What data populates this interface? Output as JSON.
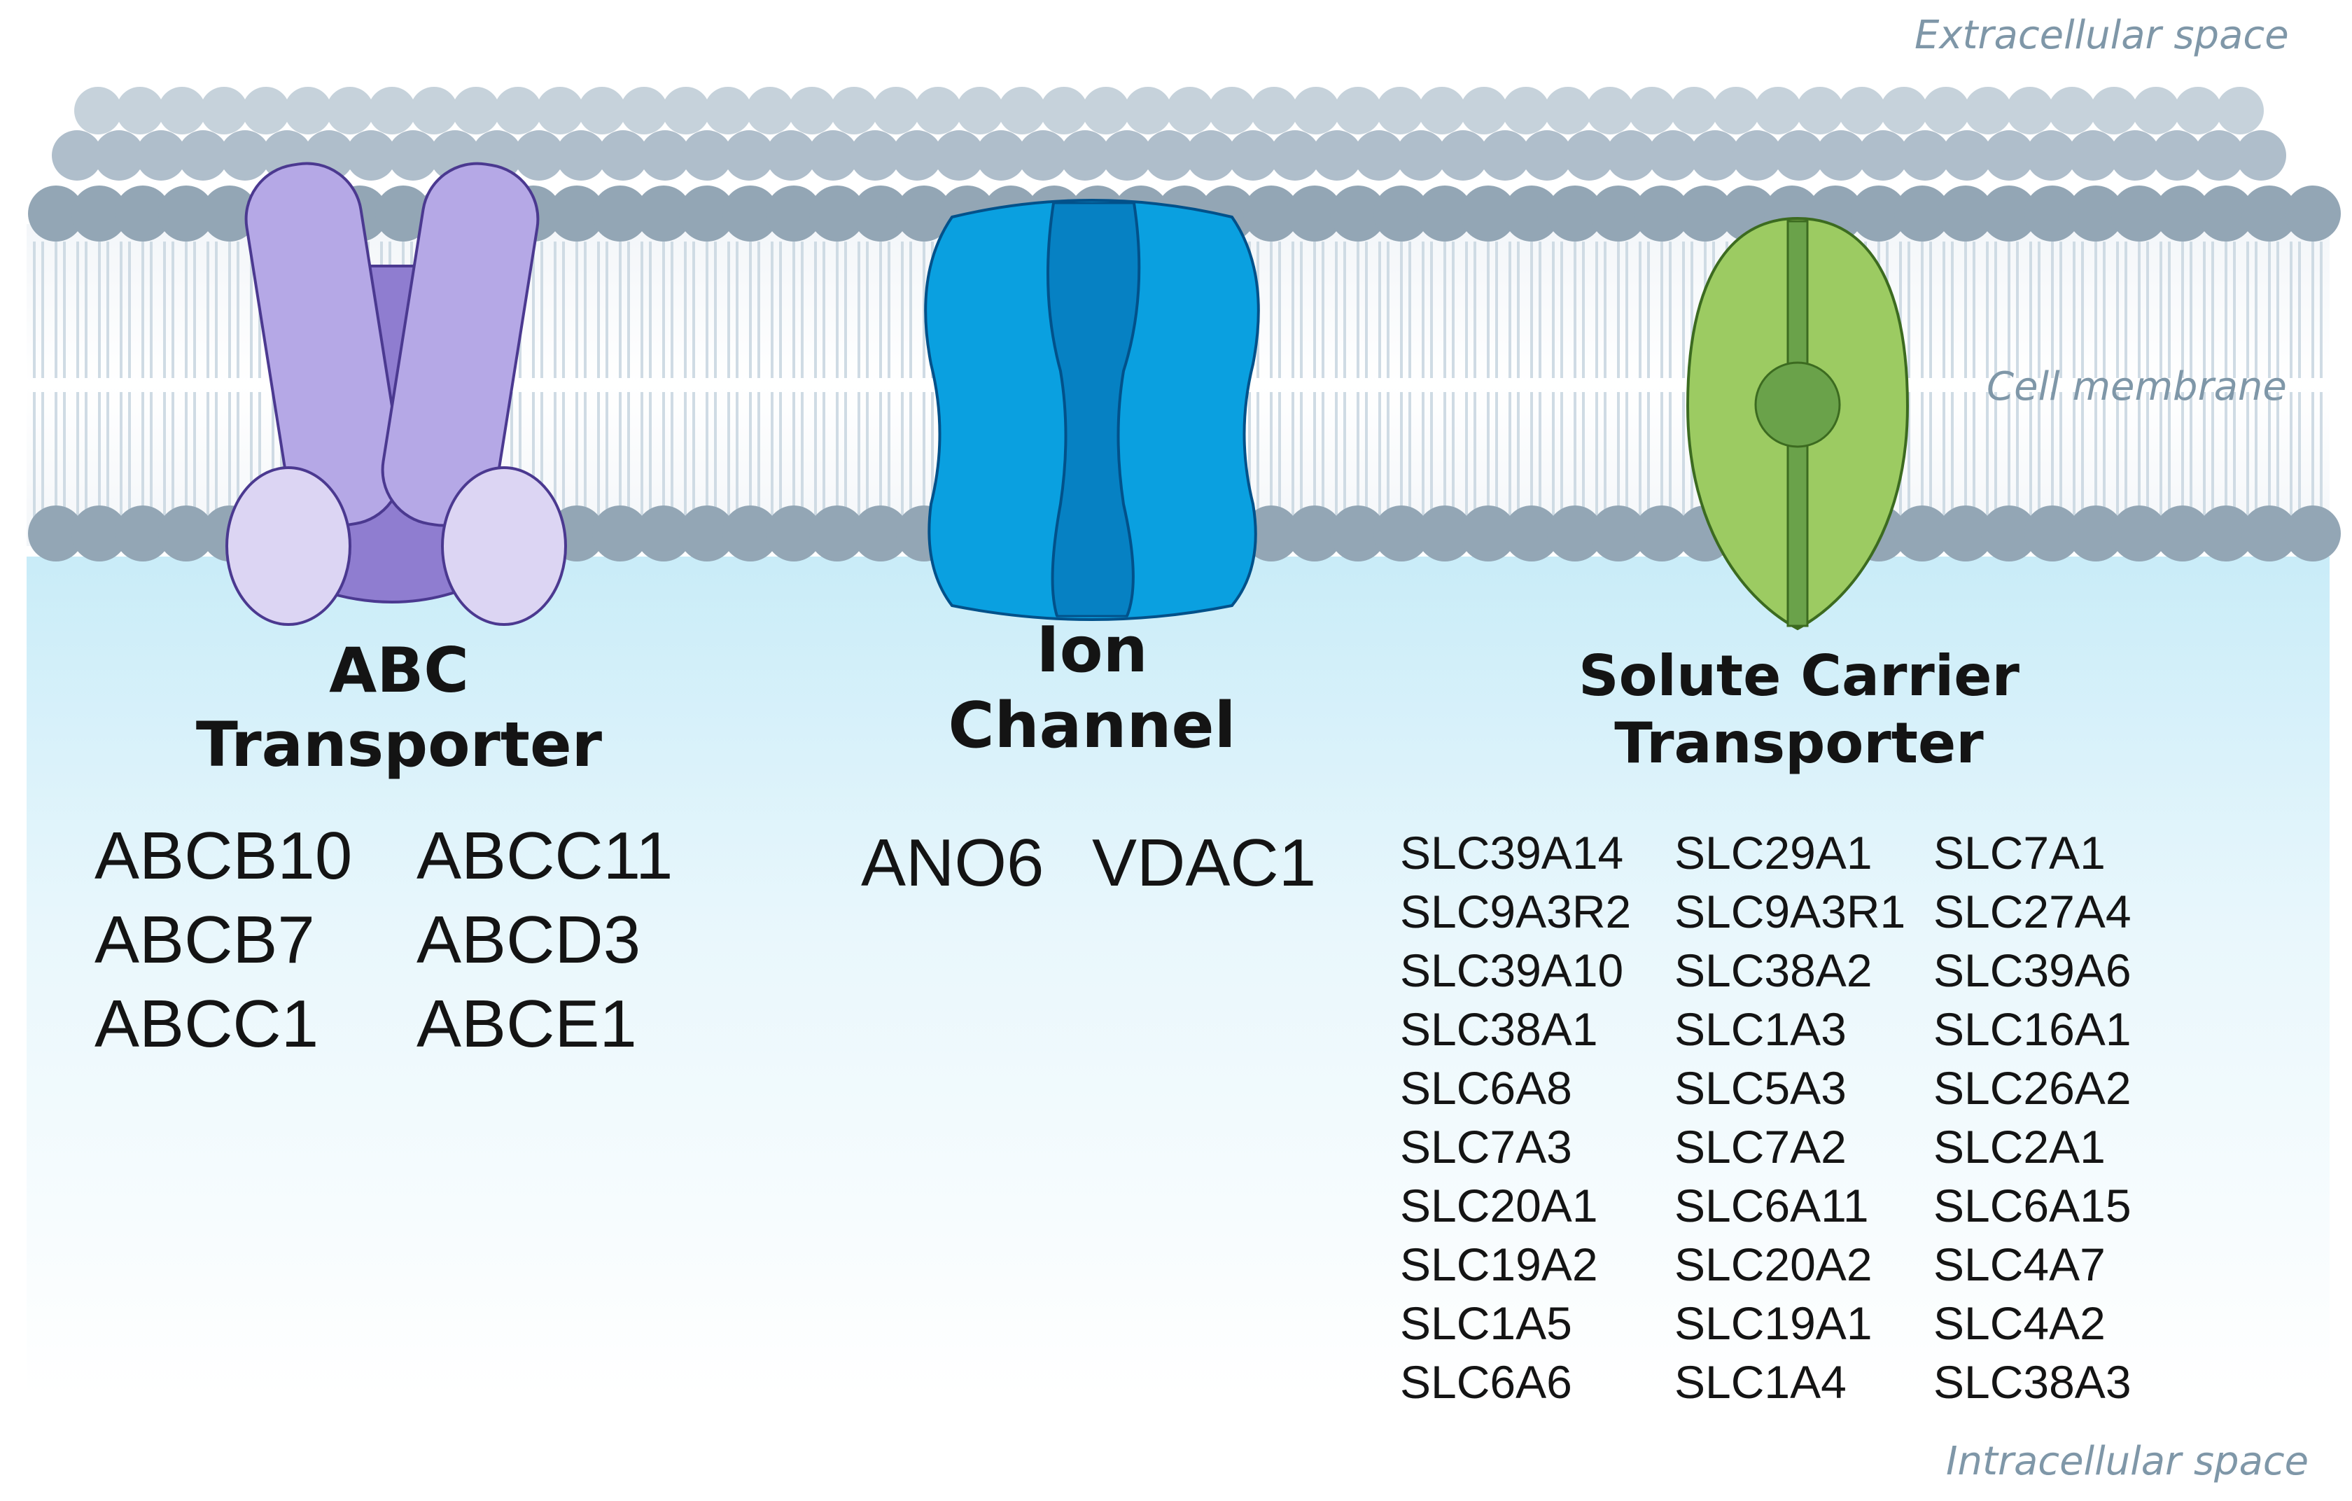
{
  "regions": {
    "extracellular": "Extracellular space",
    "membrane": "Cell membrane",
    "intracellular": "Intracellular space"
  },
  "abc": {
    "title": [
      "ABC",
      "Transporter"
    ],
    "genes": [
      "ABCB10",
      "ABCC11",
      "ABCB7",
      "ABCD3",
      "ABCC1",
      "ABCE1"
    ]
  },
  "ion": {
    "title": [
      "Ion",
      "Channel"
    ],
    "genes": [
      "ANO6",
      "VDAC1"
    ]
  },
  "slc": {
    "title": [
      "Solute Carrier",
      "Transporter"
    ],
    "columns": [
      [
        "SLC39A14",
        "SLC9A3R2",
        "SLC39A10",
        "SLC38A1",
        "SLC6A8",
        "SLC7A3",
        "SLC20A1",
        "SLC19A2",
        "SLC1A5",
        "SLC6A6"
      ],
      [
        "SLC29A1",
        "SLC9A3R1",
        "SLC38A2",
        "SLC1A3",
        "SLC5A3",
        "SLC7A2",
        "SLC6A11",
        "SLC20A2",
        "SLC19A1",
        "SLC1A4"
      ],
      [
        "SLC7A1",
        "SLC27A4",
        "SLC39A6",
        "SLC16A1",
        "SLC26A2",
        "SLC2A1",
        "SLC6A15",
        "SLC4A7",
        "SLC4A2",
        "SLC38A3"
      ]
    ]
  },
  "colors": {
    "head_dark": "#93a6b5",
    "head_light": "#c6d2db",
    "abc_light": "#b5a8e6",
    "abc_mid": "#8f7dd0",
    "abc_pale": "#dcd5f3",
    "ion_outer": "#0aa0e0",
    "ion_inner": "#0681c3",
    "slc_outer": "#9ccb62",
    "slc_inner": "#6aa24a"
  }
}
